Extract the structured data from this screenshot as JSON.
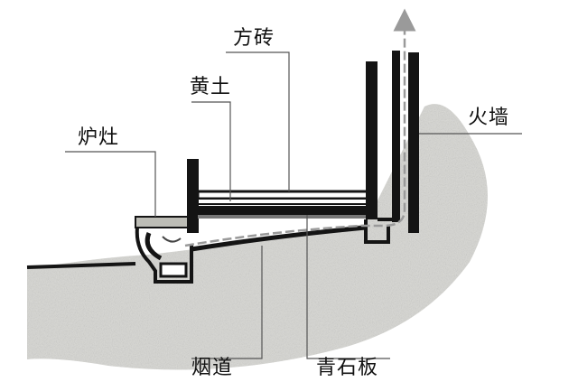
{
  "labels": {
    "square_brick": "方砖",
    "loess": "黄土",
    "stove": "炉灶",
    "fire_wall": "火墙",
    "flue": "烟道",
    "bluestone_slab": "青石板"
  },
  "colors": {
    "ink": "#141414",
    "ground_shade": "#d6d6d2",
    "flow_arrow": "#9a9a9a",
    "leader_line": "#555555"
  }
}
